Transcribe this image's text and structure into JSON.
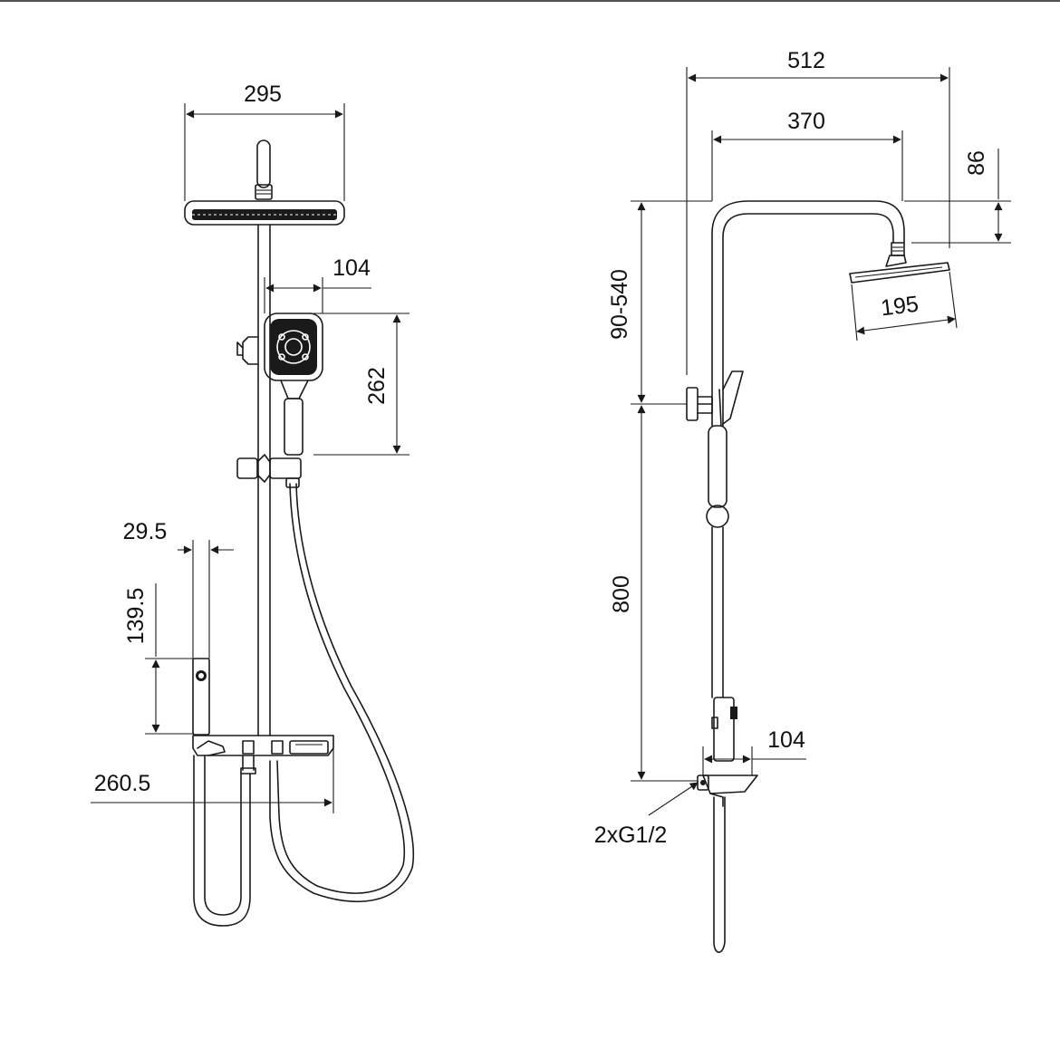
{
  "front_view": {
    "dimensions": {
      "head_width": "295",
      "handset_offset": "104",
      "handset_height": "262",
      "spout_width": "29.5",
      "spout_height": "139.5",
      "shelf_width": "260.5"
    }
  },
  "side_view": {
    "dimensions": {
      "arm_overall": "512",
      "arm_reach": "370",
      "head_drop": "86",
      "head_depth": "195",
      "height_adjust": "90-540",
      "lower_height": "800",
      "valve_depth": "104"
    },
    "connection_label": "2xG1/2"
  }
}
